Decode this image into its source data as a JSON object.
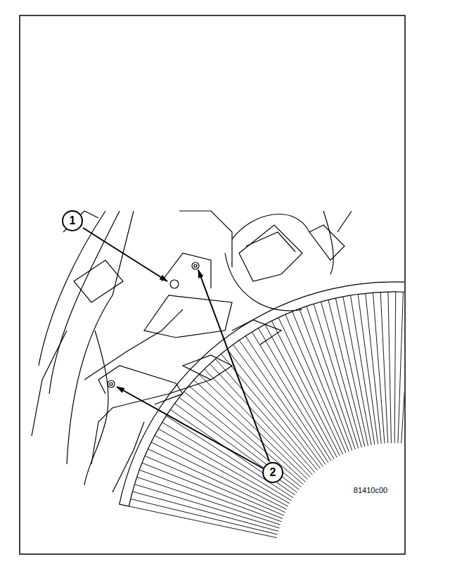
{
  "diagram": {
    "labels": [
      "1",
      "2",
      "81410c00"
    ]
  }
}
